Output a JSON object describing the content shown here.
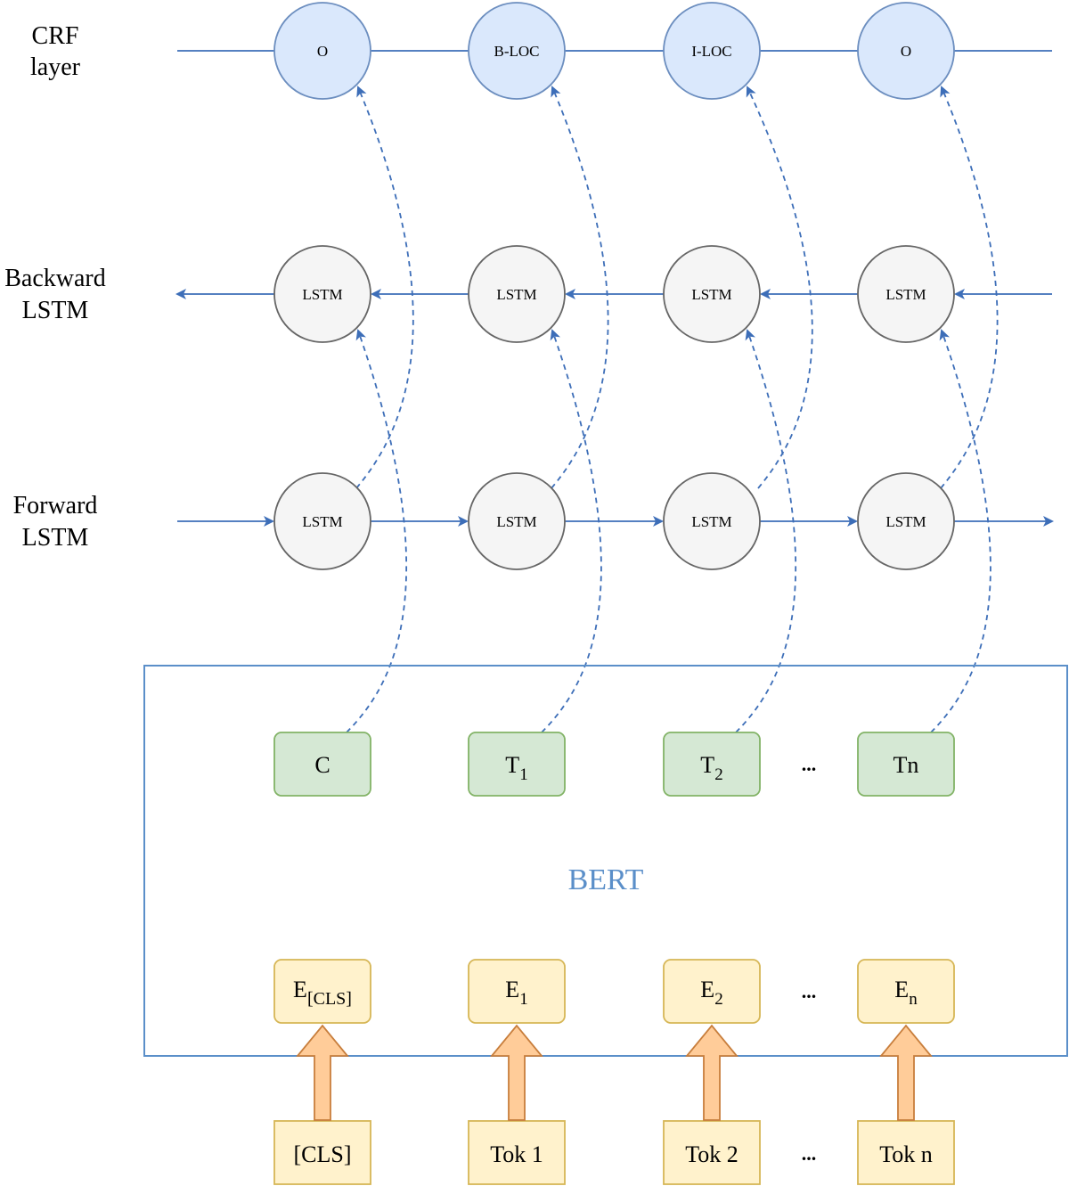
{
  "row_labels": {
    "crf": [
      "CRF",
      "layer"
    ],
    "backward": [
      "Backward",
      "LSTM"
    ],
    "forward": [
      "Forward",
      "LSTM"
    ]
  },
  "crf_nodes": [
    "O",
    "B-LOC",
    "I-LOC",
    "O"
  ],
  "lstm_node_label": "LSTM",
  "bert_label": "BERT",
  "outputs": [
    {
      "base": "C",
      "sub": ""
    },
    {
      "base": "T",
      "sub": "1"
    },
    {
      "base": "T",
      "sub": "2"
    },
    {
      "base": "Tn",
      "sub": ""
    }
  ],
  "embeddings": [
    {
      "base": "E",
      "sub": "[CLS]"
    },
    {
      "base": "E",
      "sub": "1"
    },
    {
      "base": "E",
      "sub": "2"
    },
    {
      "base": "E",
      "sub": "n"
    }
  ],
  "tokens": [
    "[CLS]",
    "Tok 1",
    "Tok 2",
    "Tok n"
  ],
  "ellipsis": "...",
  "colors": {
    "blue_line": "#3d6eb8",
    "crf_fill": "#dae8fc",
    "crf_stroke": "#6c8ebf",
    "lstm_fill": "#f5f5f5",
    "lstm_stroke": "#666666",
    "green_fill": "#d5e8d4",
    "green_stroke": "#82b366",
    "yellow_fill": "#fff2cc",
    "yellow_stroke": "#d6b656",
    "arrow_fill": "#ffcc99",
    "arrow_stroke": "#c87e3c",
    "bert_box": "#5b8fc9",
    "bert_text": "#5b8fc9"
  }
}
